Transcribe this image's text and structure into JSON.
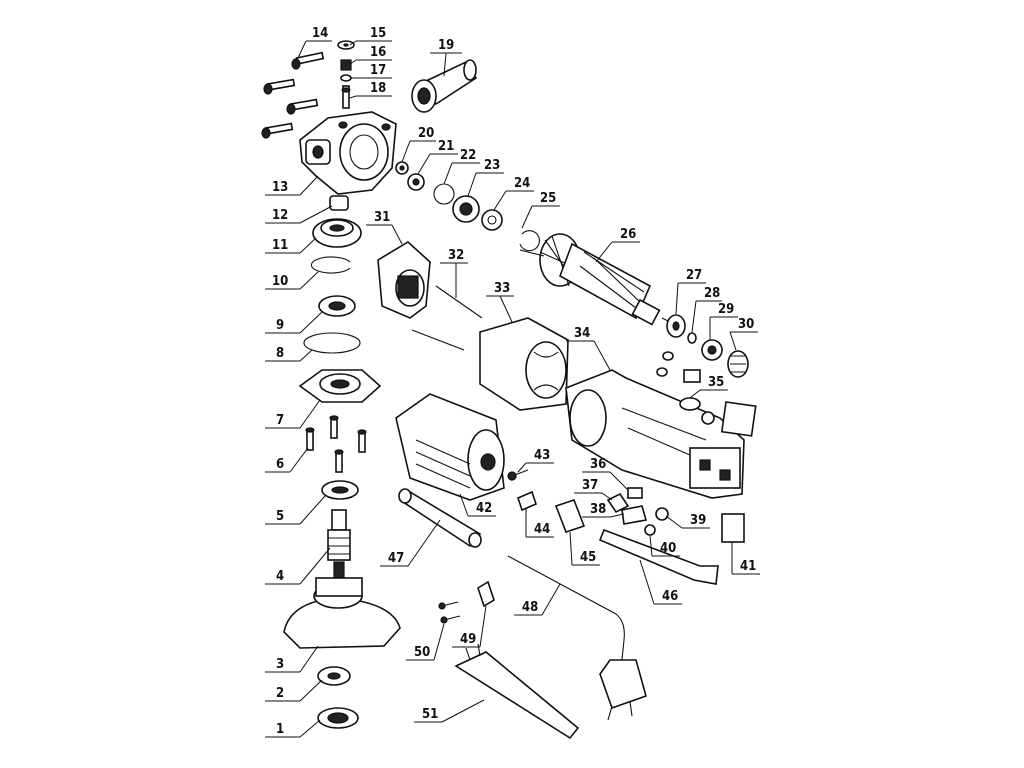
{
  "labels": [
    "1",
    "2",
    "3",
    "4",
    "5",
    "6",
    "7",
    "8",
    "9",
    "10",
    "11",
    "12",
    "13",
    "14",
    "15",
    "16",
    "17",
    "18",
    "19",
    "20",
    "21",
    "22",
    "23",
    "24",
    "25",
    "26",
    "27",
    "28",
    "29",
    "30",
    "31",
    "32",
    "33",
    "34",
    "35",
    "36",
    "37",
    "38",
    "39",
    "40",
    "41",
    "42",
    "43",
    "44",
    "45",
    "46",
    "47",
    "48",
    "49",
    "50",
    "51"
  ],
  "colors": {
    "line": "#111111",
    "background": "#ffffff"
  }
}
